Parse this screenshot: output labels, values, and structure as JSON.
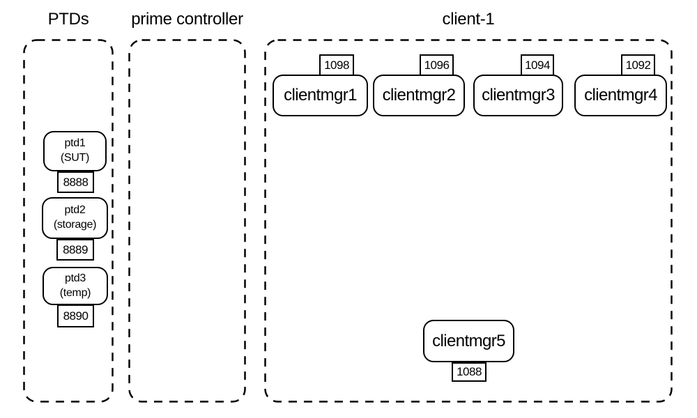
{
  "canvas": {
    "background": "#ffffff",
    "stroke_color": "#000000",
    "text_color": "#000000"
  },
  "groups": [
    {
      "id": "ptds",
      "title": "PTDs",
      "nodes": [
        {
          "label": "ptd1",
          "sublabel": "(SUT)",
          "port": "8888",
          "port_side": "bottom"
        },
        {
          "label": "ptd2",
          "sublabel": "(storage)",
          "port": "8889",
          "port_side": "bottom"
        },
        {
          "label": "ptd3",
          "sublabel": "(temp)",
          "port": "8890",
          "port_side": "bottom"
        }
      ]
    },
    {
      "id": "prime-controller",
      "title": "prime controller",
      "nodes": []
    },
    {
      "id": "client-1",
      "title": "client-1",
      "nodes": [
        {
          "label": "clientmgr1",
          "port": "1098",
          "port_side": "top"
        },
        {
          "label": "clientmgr2",
          "port": "1096",
          "port_side": "top"
        },
        {
          "label": "clientmgr3",
          "port": "1094",
          "port_side": "top"
        },
        {
          "label": "clientmgr4",
          "port": "1092",
          "port_side": "top"
        },
        {
          "label": "clientmgr5",
          "port": "1088",
          "port_side": "bottom"
        }
      ]
    }
  ]
}
